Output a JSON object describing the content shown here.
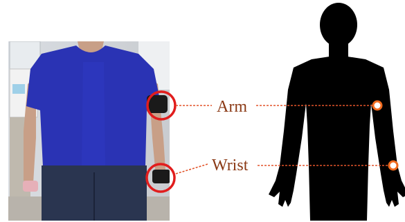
{
  "labels": {
    "arm": "Arm",
    "wrist": "Wrist"
  },
  "colors": {
    "label": "#8b3a16",
    "leader_line": "#e2542a",
    "highlight_circle": "#e11d1d",
    "marker_fill": "#ffffff",
    "marker_stroke": "#f06a1e",
    "silhouette": "#000000",
    "shirt": "#2a33b4",
    "sensor_band": "#1a1a1a"
  },
  "icons": {
    "photo": "person-wearing-sensors-photo",
    "silhouette": "human-body-silhouette-icon",
    "sensor": "wearable-sensor-icon"
  }
}
